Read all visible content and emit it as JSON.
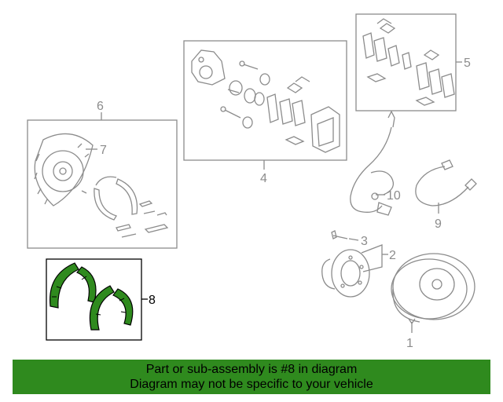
{
  "diagram": {
    "callouts": [
      {
        "id": "1",
        "label": "1"
      },
      {
        "id": "2",
        "label": "2"
      },
      {
        "id": "3",
        "label": "3"
      },
      {
        "id": "4",
        "label": "4"
      },
      {
        "id": "5",
        "label": "5"
      },
      {
        "id": "6",
        "label": "6"
      },
      {
        "id": "7",
        "label": "7"
      },
      {
        "id": "8",
        "label": "8"
      },
      {
        "id": "9",
        "label": "9"
      },
      {
        "id": "10",
        "label": "10"
      }
    ],
    "highlight_color": "#2f8a1e",
    "line_color": "#8c8c8c"
  },
  "banner": {
    "line1": "Part or sub-assembly is #8 in diagram",
    "line2": "Diagram may not be specific to your vehicle"
  }
}
